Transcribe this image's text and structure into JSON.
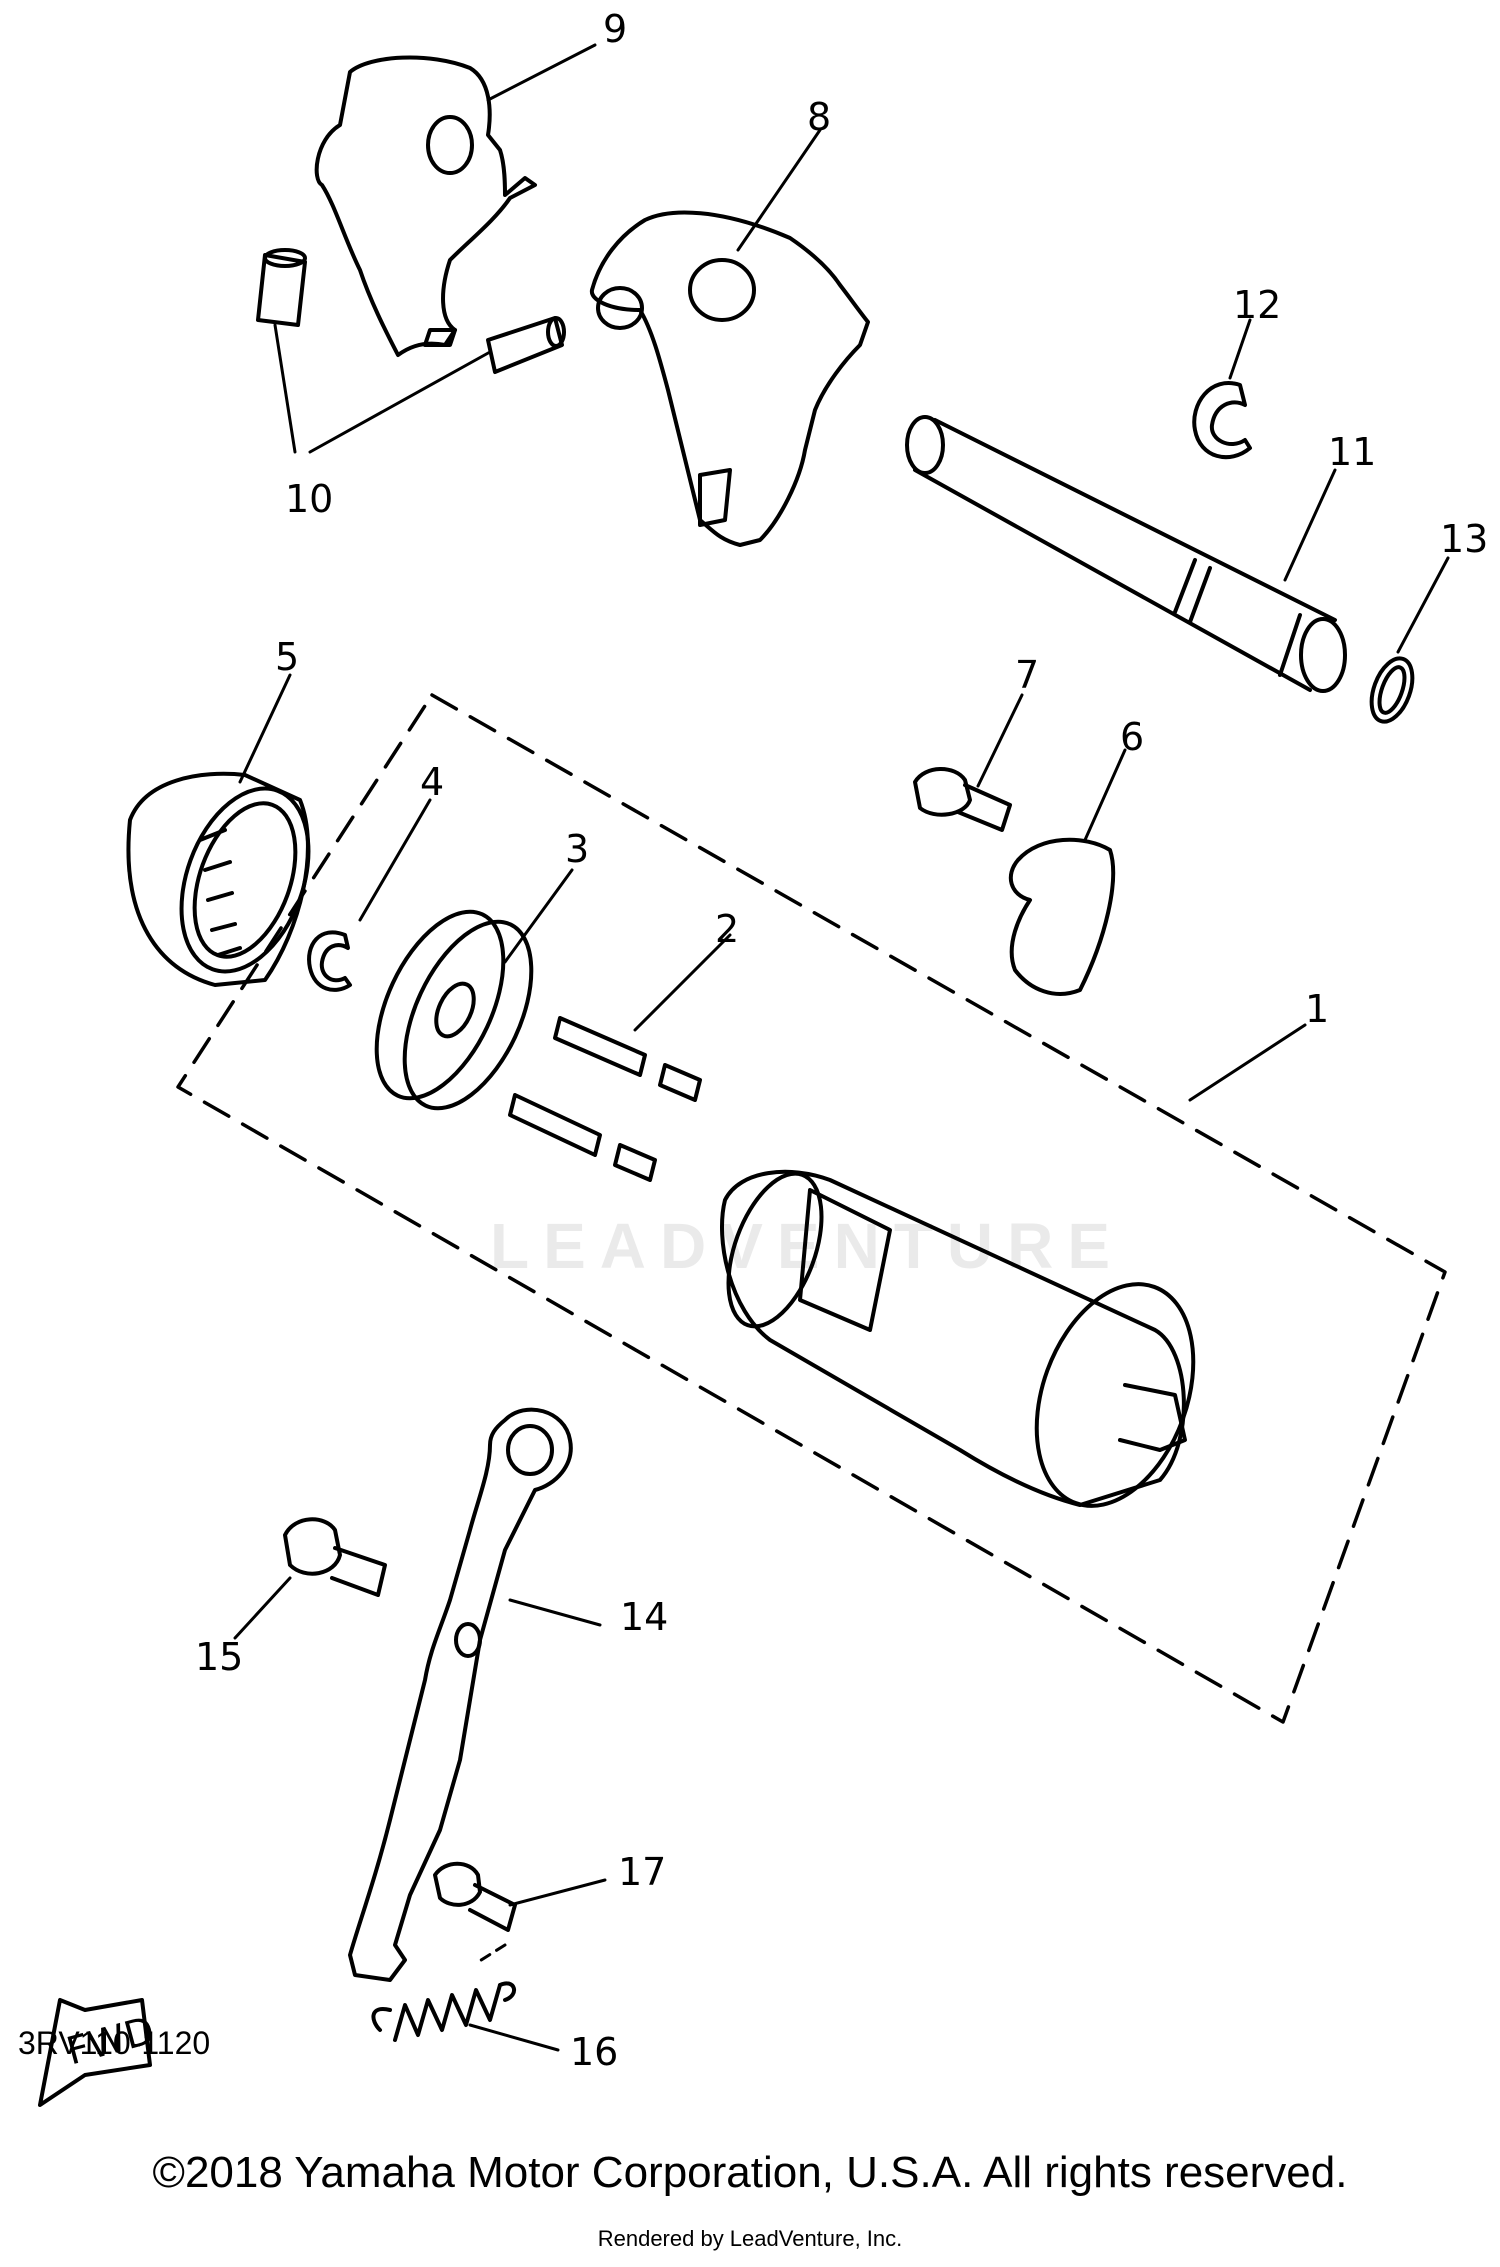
{
  "callouts": [
    "1",
    "2",
    "3",
    "4",
    "5",
    "6",
    "7",
    "8",
    "9",
    "10",
    "11",
    "12",
    "13",
    "14",
    "15",
    "16",
    "17"
  ],
  "watermark": "LEADVENTURE",
  "fwd_label": "FWD",
  "diagram_code": "3RV110-1120",
  "copyright": "©2018 Yamaha Motor Corporation, U.S.A. All rights reserved.",
  "rendered_by": "Rendered by LeadVenture, Inc.",
  "colors": {
    "ink": "#000000",
    "background": "#ffffff"
  }
}
